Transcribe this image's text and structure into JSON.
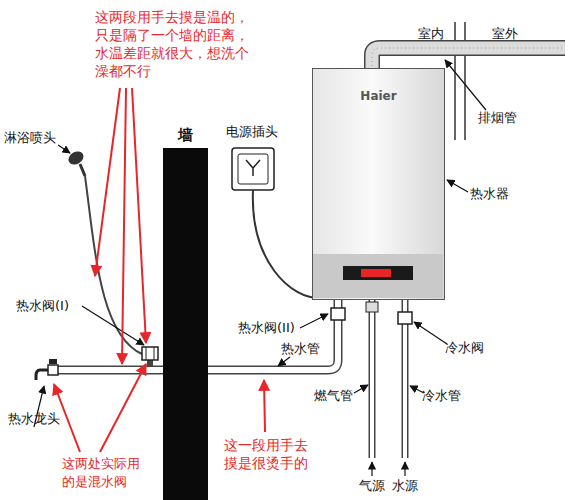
{
  "diagram": {
    "nodes": [
      {
        "text": [
          "墙"
        ]
      },
      {
        "text": [
          "Haier"
        ]
      }
    ],
    "labels": [
      "这两段用手去摸是温的，只是隔了一个墙的距离，水温差距就很大，想洗个澡都不行",
      "室内",
      "室外",
      "排烟管",
      "淋浴喷头",
      "电源插头",
      "热水器",
      "热水阀(I)",
      "热水阀(II)",
      "热水管",
      "冷水阀",
      "燃气管",
      "冷水管",
      "气源",
      "水源",
      "热水龙头",
      "这两处实际用的是混水阀",
      "这一段用手去摸是很烫手的"
    ]
  }
}
